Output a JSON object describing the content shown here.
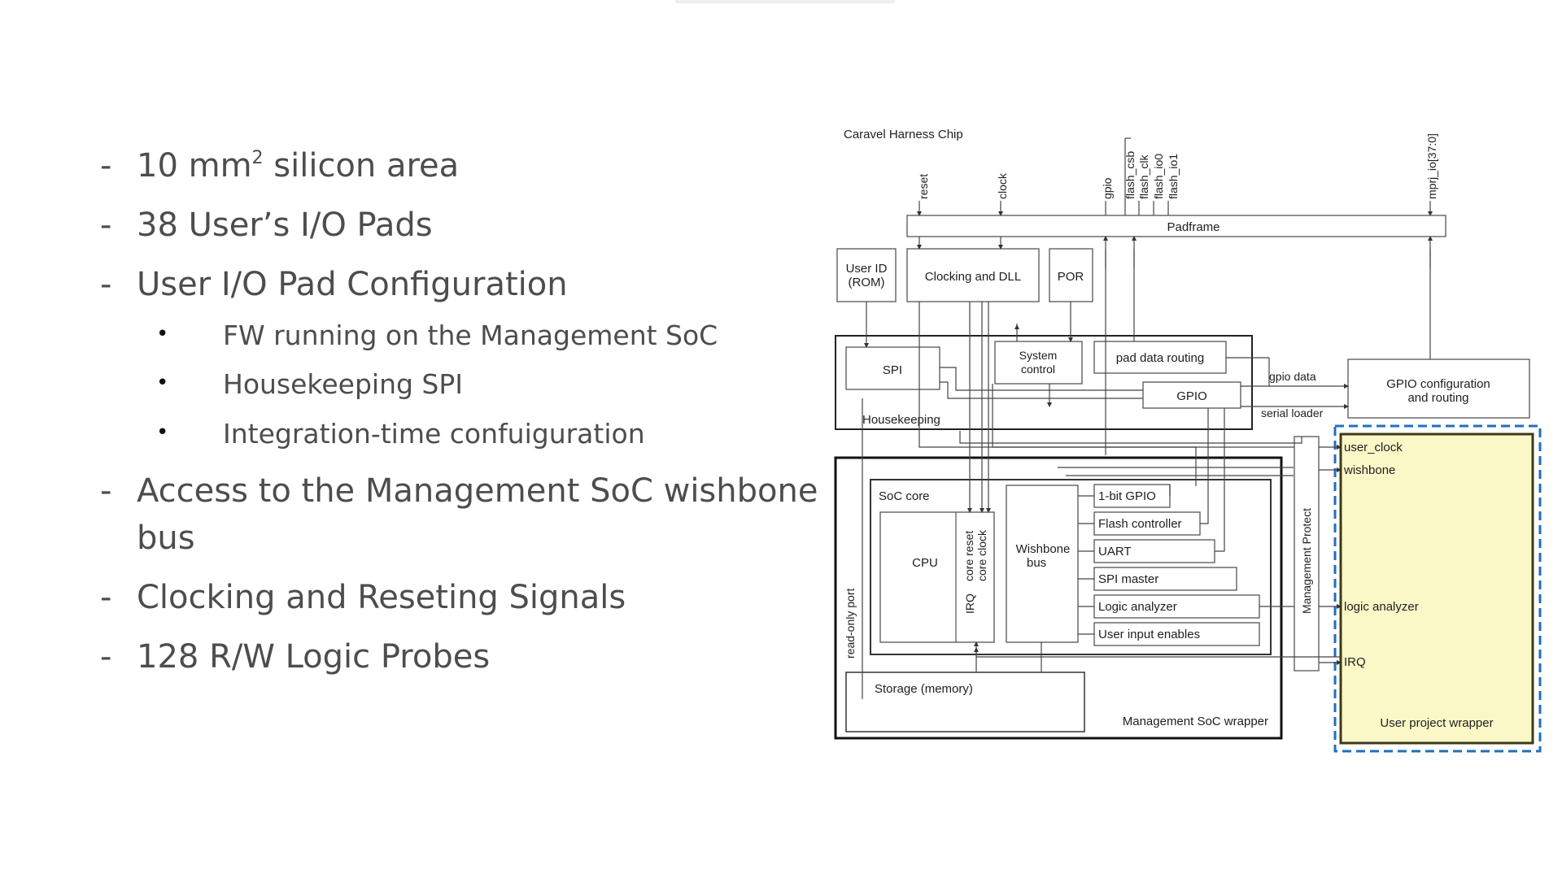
{
  "bullets": [
    {
      "marker": "-",
      "pre": "10 mm",
      "sup": "2",
      "post": " silicon area"
    },
    {
      "marker": "-",
      "text": "38 User’s I/O Pads"
    },
    {
      "marker": "-",
      "text": "User I/O Pad Configuration"
    },
    {
      "marker": "•",
      "text": "FW running on the Management SoC"
    },
    {
      "marker": "•",
      "text": "Housekeeping SPI"
    },
    {
      "marker": "•",
      "text": "Integration-time confuiguration"
    },
    {
      "marker": "-",
      "line1": "Access to the Management SoC wishbone",
      "line2": "bus"
    },
    {
      "marker": "-",
      "text": "Clocking and Reseting Signals"
    },
    {
      "marker": "-",
      "text": "128 R/W Logic Probes"
    }
  ],
  "diagram": {
    "title": "Caravel Harness Chip",
    "pins": {
      "reset": "reset",
      "clock": "clock",
      "gpio": "gpio",
      "flash_csb": "flash_csb",
      "flash_clk": "flash_clk",
      "flash_io0": "flash_io0",
      "flash_io1": "flash_io1",
      "mprj_io": "mprj_io[37:0]"
    },
    "padframe": "Padframe",
    "user_id_1": "User ID",
    "user_id_2": "(ROM)",
    "clocking": "Clocking and DLL",
    "por": "POR",
    "spi": "SPI",
    "system_control_1": "System",
    "system_control_2": "control",
    "pad_data_routing": "pad data routing",
    "gpio_block": "GPIO",
    "housekeeping": "Housekeeping",
    "gpio_data": "gpio data",
    "serial_loader": "serial loader",
    "gpio_config_1": "GPIO configuration",
    "gpio_config_2": "and routing",
    "soc_core": "SoC core",
    "cpu": "CPU",
    "core_reset": "core reset",
    "core_clock": "core clock",
    "irq_v": "IRQ",
    "wishbone_bus_1": "Wishbone",
    "wishbone_bus_2": "bus",
    "read_only_port": "read-only port",
    "peripherals": [
      "1-bit GPIO",
      "Flash controller",
      "UART",
      "SPI master",
      "Logic analyzer",
      "User input enables"
    ],
    "storage": "Storage (memory)",
    "mgmt_wrapper": "Management SoC wrapper",
    "mgmt_protect": "Management Protect",
    "user_signals": {
      "user_clock": "user_clock",
      "wishbone": "wishbone",
      "logic_analyzer": "logic analyzer",
      "irq": "IRQ"
    },
    "user_wrapper": "User project wrapper",
    "colors": {
      "user_wrapper_fill": "#fbf8c8",
      "user_wrapper_border": "#3d3a18",
      "dashed_outline": "#1f6fbf"
    }
  }
}
